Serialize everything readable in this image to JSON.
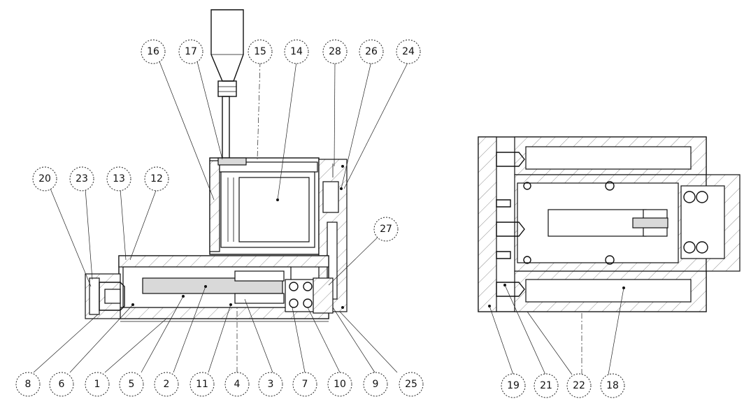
{
  "callouts": [
    {
      "id": "c16",
      "label": "16"
    },
    {
      "id": "c17",
      "label": "17"
    },
    {
      "id": "c15",
      "label": "15"
    },
    {
      "id": "c14",
      "label": "14"
    },
    {
      "id": "c28",
      "label": "28"
    },
    {
      "id": "c26",
      "label": "26"
    },
    {
      "id": "c24",
      "label": "24"
    },
    {
      "id": "c20",
      "label": "20"
    },
    {
      "id": "c23",
      "label": "23"
    },
    {
      "id": "c13",
      "label": "13"
    },
    {
      "id": "c12",
      "label": "12"
    },
    {
      "id": "c27",
      "label": "27"
    },
    {
      "id": "c8",
      "label": "8"
    },
    {
      "id": "c6",
      "label": "6"
    },
    {
      "id": "c1",
      "label": "1"
    },
    {
      "id": "c5",
      "label": "5"
    },
    {
      "id": "c2",
      "label": "2"
    },
    {
      "id": "c11",
      "label": "11"
    },
    {
      "id": "c4",
      "label": "4"
    },
    {
      "id": "c3",
      "label": "3"
    },
    {
      "id": "c7",
      "label": "7"
    },
    {
      "id": "c10",
      "label": "10"
    },
    {
      "id": "c9",
      "label": "9"
    },
    {
      "id": "c25",
      "label": "25"
    },
    {
      "id": "c19",
      "label": "19"
    },
    {
      "id": "c21",
      "label": "21"
    },
    {
      "id": "c22",
      "label": "22"
    },
    {
      "id": "c18",
      "label": "18"
    }
  ]
}
